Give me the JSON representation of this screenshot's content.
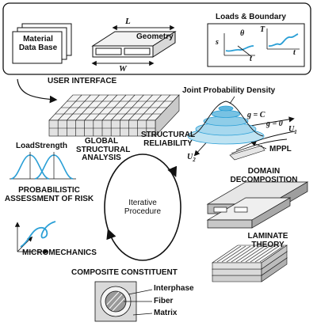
{
  "top_panel": {
    "material_db": [
      "Material",
      "Data Base"
    ],
    "geometry": "Geometry",
    "dim_L": "L",
    "dim_W": "W",
    "loads_title": "Loads & Boundary",
    "sym_s": "s",
    "sym_theta": "θ",
    "sym_T": "T",
    "sym_t1": "t",
    "sym_t2": "t"
  },
  "user_interface": "USER INTERFACE",
  "jpd": {
    "title": "Joint Probability Density",
    "g_c": "g = C",
    "g_0": "g = 0",
    "u1": "U",
    "u1_sub": "1",
    "u2": "U",
    "u2_sub": "2",
    "mppl": "MPPL"
  },
  "global_analysis": [
    "GLOBAL",
    "STRUCTURAL",
    "ANALYSIS"
  ],
  "structural_reliability": [
    "STRUCTURAL",
    "RELIABILITY"
  ],
  "load_strength": {
    "load": "Load",
    "strength": "Strength"
  },
  "prob_risk": [
    "PROBABILISTIC",
    "ASSESSMENT OF RISK"
  ],
  "iterative": [
    "Iterative",
    "Procedure"
  ],
  "domain_decomp": [
    "DOMAIN",
    "DECOMPOSITION"
  ],
  "micromechanics": "MICROMECHANICS",
  "laminate": [
    "LAMINATE",
    "THEORY"
  ],
  "composite": {
    "title": "COMPOSITE CONSTITUENT",
    "interphase": "Interphase",
    "fiber": "Fiber",
    "matrix": "Matrix"
  }
}
